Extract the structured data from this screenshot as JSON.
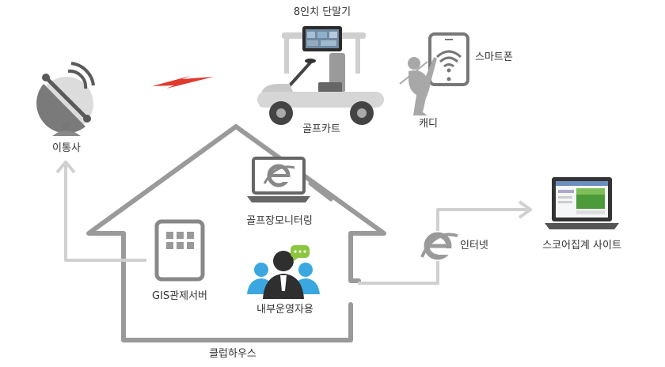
{
  "labels": {
    "terminal": "8인치 단말기",
    "smartphone": "스마트폰",
    "carrier": "이통사",
    "golf_cart": "골프카트",
    "caddie": "캐디",
    "course_monitoring": "골프장모니터링",
    "internet": "인터넷",
    "score_site": "스코어집계 사이트",
    "gis_server": "GIS관제서버",
    "internal_ops": "내부운영자용",
    "clubhouse": "클럽하우스"
  },
  "colors": {
    "house_outline": "#9a9a9a",
    "arrow_light": "#cfcfcf",
    "signal_red": "#e03a2e",
    "device_dark": "#555555",
    "ie_blue": "#2f9fd6",
    "people_blue": "#3aa7e0",
    "speech_green": "#8cc63f"
  },
  "icons": {
    "carrier": "satellite-dish-icon",
    "signal": "lightning-signal-icon",
    "cart": "golf-cart-icon",
    "terminal": "tablet-terminal-icon",
    "phone": "smartphone-wifi-icon",
    "caddie": "golfer-icon",
    "monitor": "laptop-ie-icon",
    "internet": "ie-logo-icon",
    "site": "laptop-website-icon",
    "server": "server-building-icon",
    "ops": "people-group-icon"
  }
}
